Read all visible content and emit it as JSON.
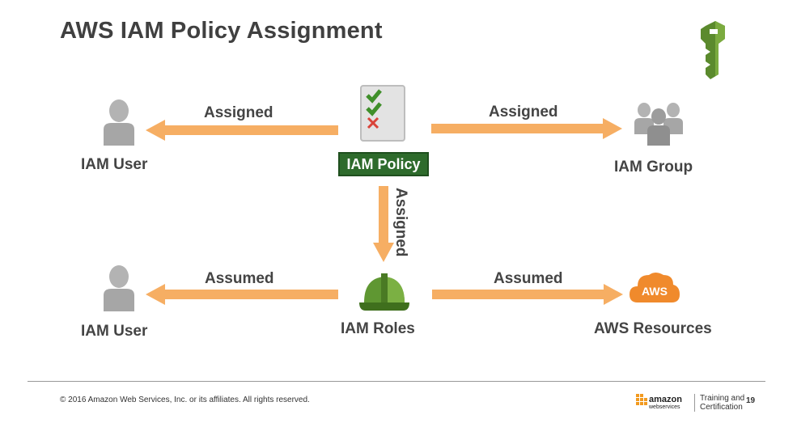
{
  "slide": {
    "title": "AWS IAM Policy Assignment",
    "page_number": "19"
  },
  "nodes": {
    "iam_user_top": "IAM User",
    "iam_policy": "IAM Policy",
    "iam_group": "IAM Group",
    "iam_user_bottom": "IAM User",
    "iam_roles": "IAM Roles",
    "aws_resources": "AWS Resources"
  },
  "arrows": {
    "policy_to_user": "Assigned",
    "policy_to_group": "Assigned",
    "policy_to_roles": "Assigned",
    "roles_to_user": "Assumed",
    "roles_to_resources": "Assumed"
  },
  "icons": {
    "aws_badge_text": "AWS",
    "key_icon": "iam-key-icon",
    "checklist_icon": "policy-document-icon",
    "hardhat_icon": "role-hardhat-icon",
    "user_icon": "user-icon",
    "group_icon": "group-icon",
    "cloud_icon": "aws-cloud-icon"
  },
  "footer": {
    "copyright": "© 2016 Amazon Web Services, Inc. or its affiliates. All rights reserved.",
    "brand_top": "amazon",
    "brand_bottom": "webservices",
    "training_line1": "Training and",
    "training_line2": "Certification"
  },
  "colors": {
    "arrow": "#f6ae63",
    "policy_badge": "#2e6b2c",
    "key": "#6a9a3a",
    "hardhat": "#5a8e2e",
    "cloud": "#f08a2c"
  }
}
